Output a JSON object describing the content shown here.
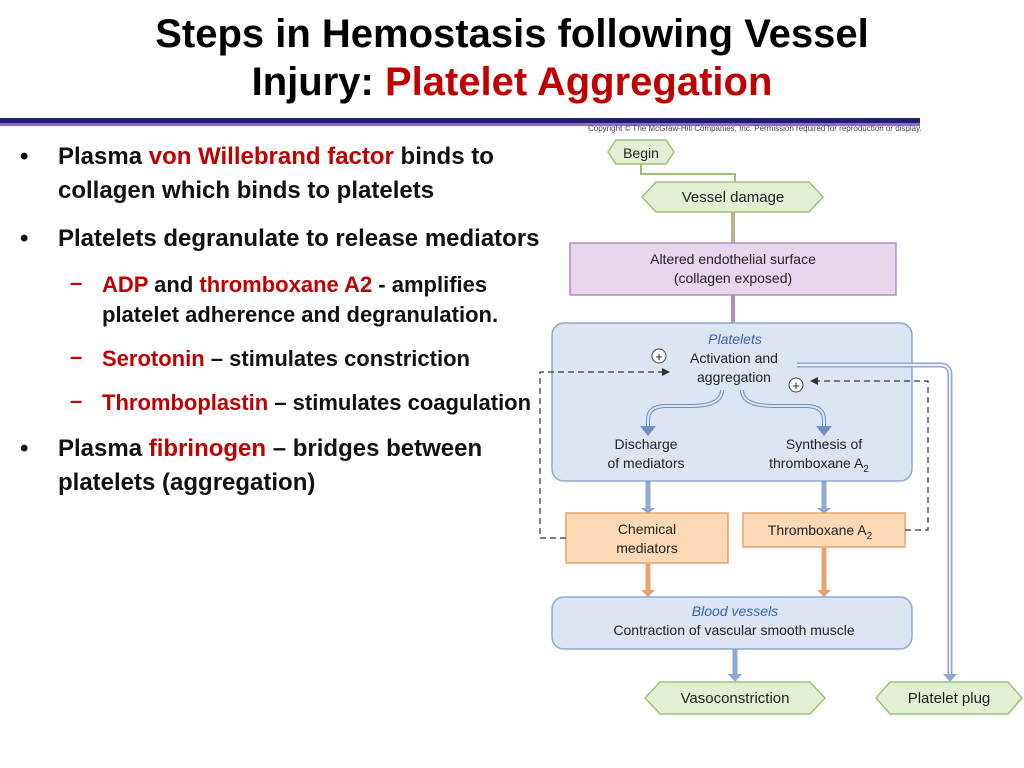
{
  "slide": {
    "title_line1": "Steps in Hemostasis following Vessel",
    "title_line2_black": "Injury: ",
    "title_line2_red": "Platelet Aggregation"
  },
  "bullets": {
    "b1": {
      "pre": "Plasma ",
      "red": "von Willebrand factor",
      "post": " binds to collagen which binds to platelets"
    },
    "b2": {
      "text": "Platelets degranulate to release mediators"
    },
    "s1": {
      "red1": "ADP",
      "mid": " and ",
      "red2": "thromboxane A2",
      "post": " - amplifies platelet adherence and degranulation."
    },
    "s2": {
      "red": "Serotonin",
      "post": " – stimulates constriction"
    },
    "s3": {
      "red": "Thromboplastin",
      "post": " – stimulates coagulation"
    },
    "b3": {
      "pre": "Plasma ",
      "red": "fibrinogen",
      "post": " – bridges between platelets (aggregation)"
    },
    "bullet_symbol": "•",
    "dash_symbol": "–"
  },
  "figure": {
    "copyright": "Copyright © The McGraw-Hill Companies, Inc. Permission required for reproduction or display.",
    "begin": "Begin",
    "vessel_damage": "Vessel damage",
    "altered_1": "Altered endothelial surface",
    "altered_2": "(collagen exposed)",
    "platelets_head": "Platelets",
    "activation_1": "Activation and",
    "activation_2": "aggregation",
    "plus": "+",
    "discharge_1": "Discharge",
    "discharge_2": "of mediators",
    "synthesis_1": "Synthesis of",
    "synthesis_2": "thromboxane A",
    "sub2": "2",
    "chemical_1": "Chemical",
    "chemical_2": "mediators",
    "thromboxane": "Thromboxane A",
    "blood_head": "Blood vessels",
    "contraction": "Contraction of vascular smooth muscle",
    "vasoconstriction": "Vasoconstriction",
    "platelet_plug": "Platelet plug"
  },
  "colors": {
    "red": "#c00000",
    "green_fill": "#e2efd3",
    "green_stroke": "#9cc27a",
    "purple_fill": "#e9d6ee",
    "purple_stroke": "#b48cc4",
    "blue_fill": "#dbe5f3",
    "blue_stroke": "#8fa8d2",
    "orange_fill": "#fcd9b5",
    "orange_stroke": "#e8a46c",
    "heading_blue": "#3a62b5"
  }
}
